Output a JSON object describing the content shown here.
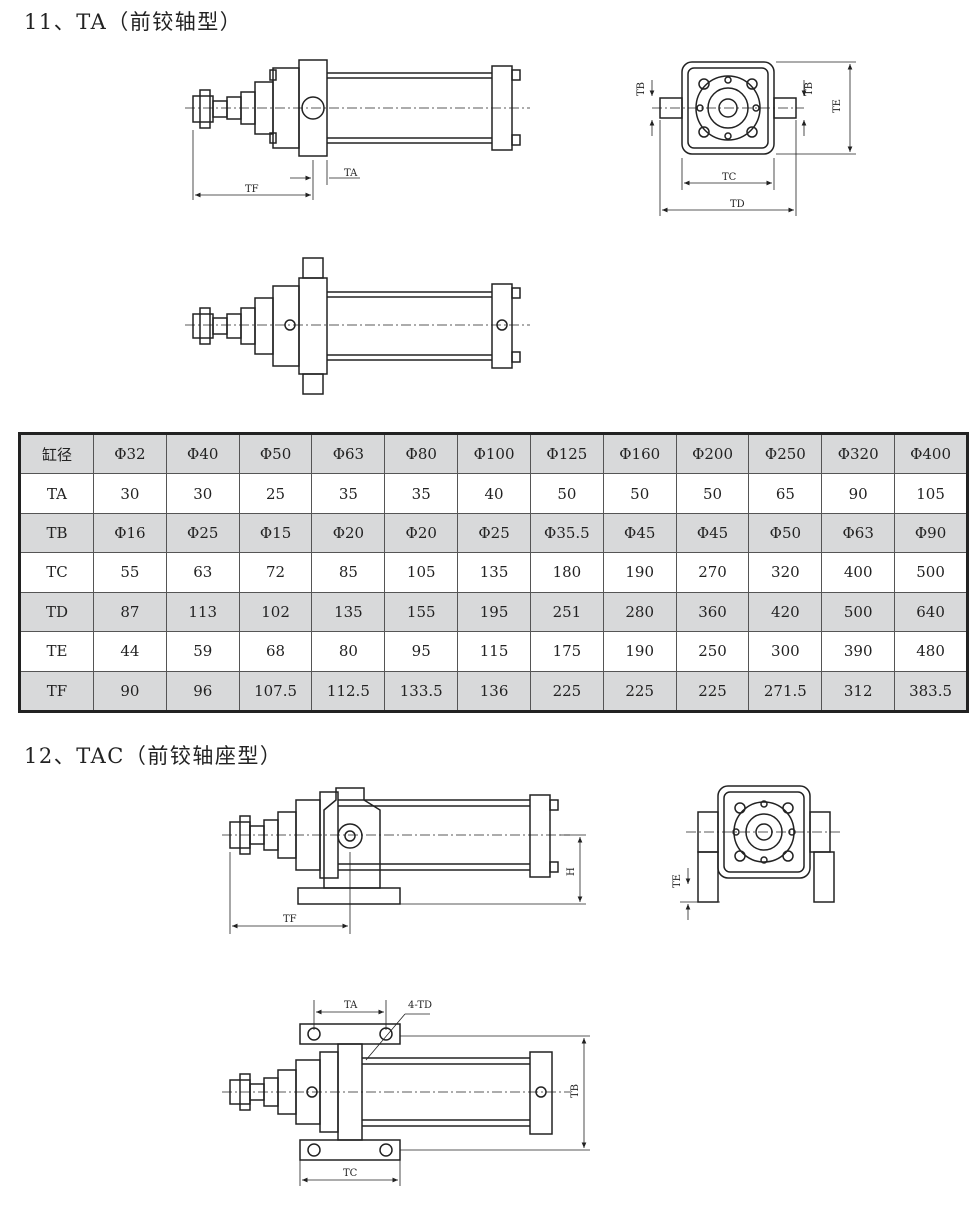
{
  "sections": [
    {
      "title": "11、TA（前铰轴型）"
    },
    {
      "title": "12、TAC（前铰轴座型）"
    }
  ],
  "dim_labels": {
    "ta": "TA",
    "tb": "TB",
    "tc": "TC",
    "td": "TD",
    "te": "TE",
    "tf": "TF",
    "h": "H",
    "four_td": "4-TD"
  },
  "table": {
    "rows": [
      {
        "label": "缸径",
        "cells": [
          "Φ32",
          "Φ40",
          "Φ50",
          "Φ63",
          "Φ80",
          "Φ100",
          "Φ125",
          "Φ160",
          "Φ200",
          "Φ250",
          "Φ320",
          "Φ400"
        ]
      },
      {
        "label": "TA",
        "cells": [
          "30",
          "30",
          "25",
          "35",
          "35",
          "40",
          "50",
          "50",
          "50",
          "65",
          "90",
          "105"
        ]
      },
      {
        "label": "TB",
        "cells": [
          "Φ16",
          "Φ25",
          "Φ15",
          "Φ20",
          "Φ20",
          "Φ25",
          "Φ35.5",
          "Φ45",
          "Φ45",
          "Φ50",
          "Φ63",
          "Φ90"
        ]
      },
      {
        "label": "TC",
        "cells": [
          "55",
          "63",
          "72",
          "85",
          "105",
          "135",
          "180",
          "190",
          "270",
          "320",
          "400",
          "500"
        ]
      },
      {
        "label": "TD",
        "cells": [
          "87",
          "113",
          "102",
          "135",
          "155",
          "195",
          "251",
          "280",
          "360",
          "420",
          "500",
          "640"
        ]
      },
      {
        "label": "TE",
        "cells": [
          "44",
          "59",
          "68",
          "80",
          "95",
          "115",
          "175",
          "190",
          "250",
          "300",
          "390",
          "480"
        ]
      },
      {
        "label": "TF",
        "cells": [
          "90",
          "96",
          "107.5",
          "112.5",
          "133.5",
          "136",
          "225",
          "225",
          "225",
          "271.5",
          "312",
          "383.5"
        ]
      }
    ]
  }
}
